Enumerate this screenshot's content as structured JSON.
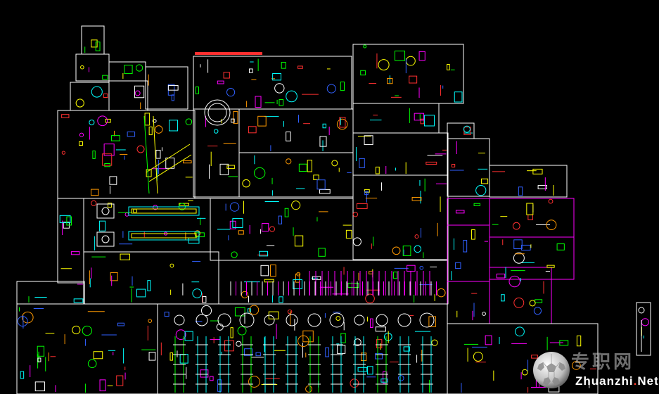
{
  "watermark": {
    "chinese_text": "专职网",
    "url_prefix": "Zhuanzhi",
    "url_dot": ".",
    "url_suffix": "Net",
    "logo_icon": "soccer-ball-logo"
  },
  "colors": {
    "background": "#000000",
    "frame": "#ffffff",
    "frame_magenta": "#ff00ff",
    "frame_cyan": "#00c8c8",
    "line_cyan": "#00ffff",
    "line_yellow": "#ffff00",
    "line_magenta": "#ff00ff",
    "line_green": "#00ff00",
    "line_red": "#ff3030",
    "line_orange": "#ff9900",
    "line_blue": "#3060ff",
    "line_white": "#ffffff"
  }
}
